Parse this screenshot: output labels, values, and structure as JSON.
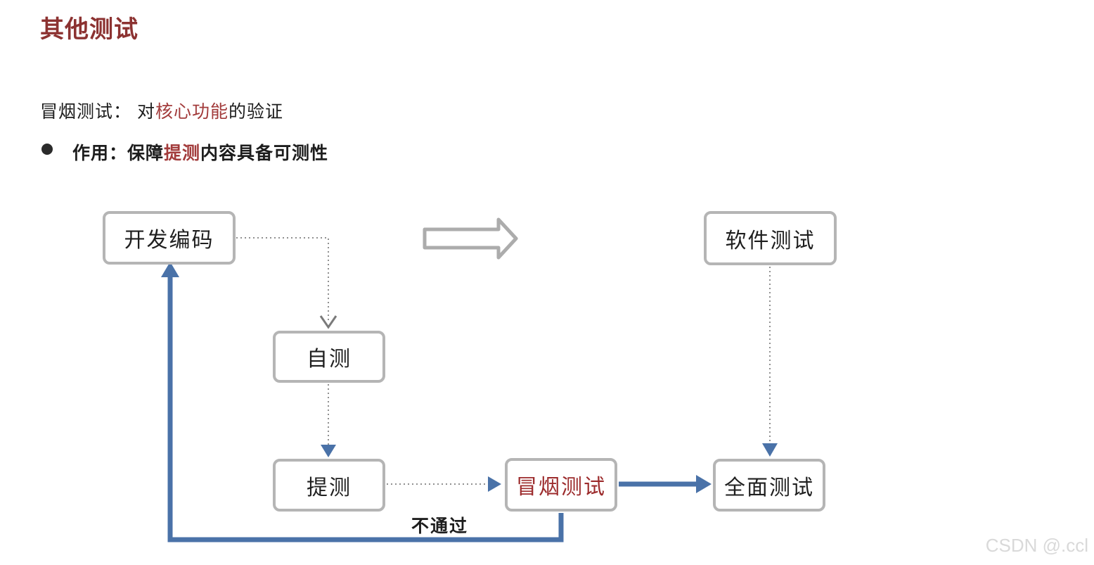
{
  "title": {
    "text": "其他测试",
    "color": "#8C3231"
  },
  "intro": {
    "term": "冒烟测试：",
    "pre": "对",
    "highlight": "核心功能",
    "post": "的验证"
  },
  "bullet": {
    "pre": "作用：保障",
    "highlight": "提测",
    "post": "内容具备可测性"
  },
  "flowchart": {
    "nodes": {
      "dev": {
        "label": "开发编码"
      },
      "software": {
        "label": "软件测试"
      },
      "self": {
        "label": "自测"
      },
      "submit": {
        "label": "提测"
      },
      "smoke": {
        "label": "冒烟测试",
        "color": "#9C2B2C"
      },
      "full": {
        "label": "全面测试"
      }
    },
    "edge_label": "不通过",
    "colors": {
      "box_border": "#B5B5B5",
      "arrow_blue": "#4A72A8",
      "dotted_gray": "#909090",
      "hollow_arrow_outline": "#ACACAC"
    }
  },
  "watermark": {
    "text": "CSDN @.ccl"
  }
}
